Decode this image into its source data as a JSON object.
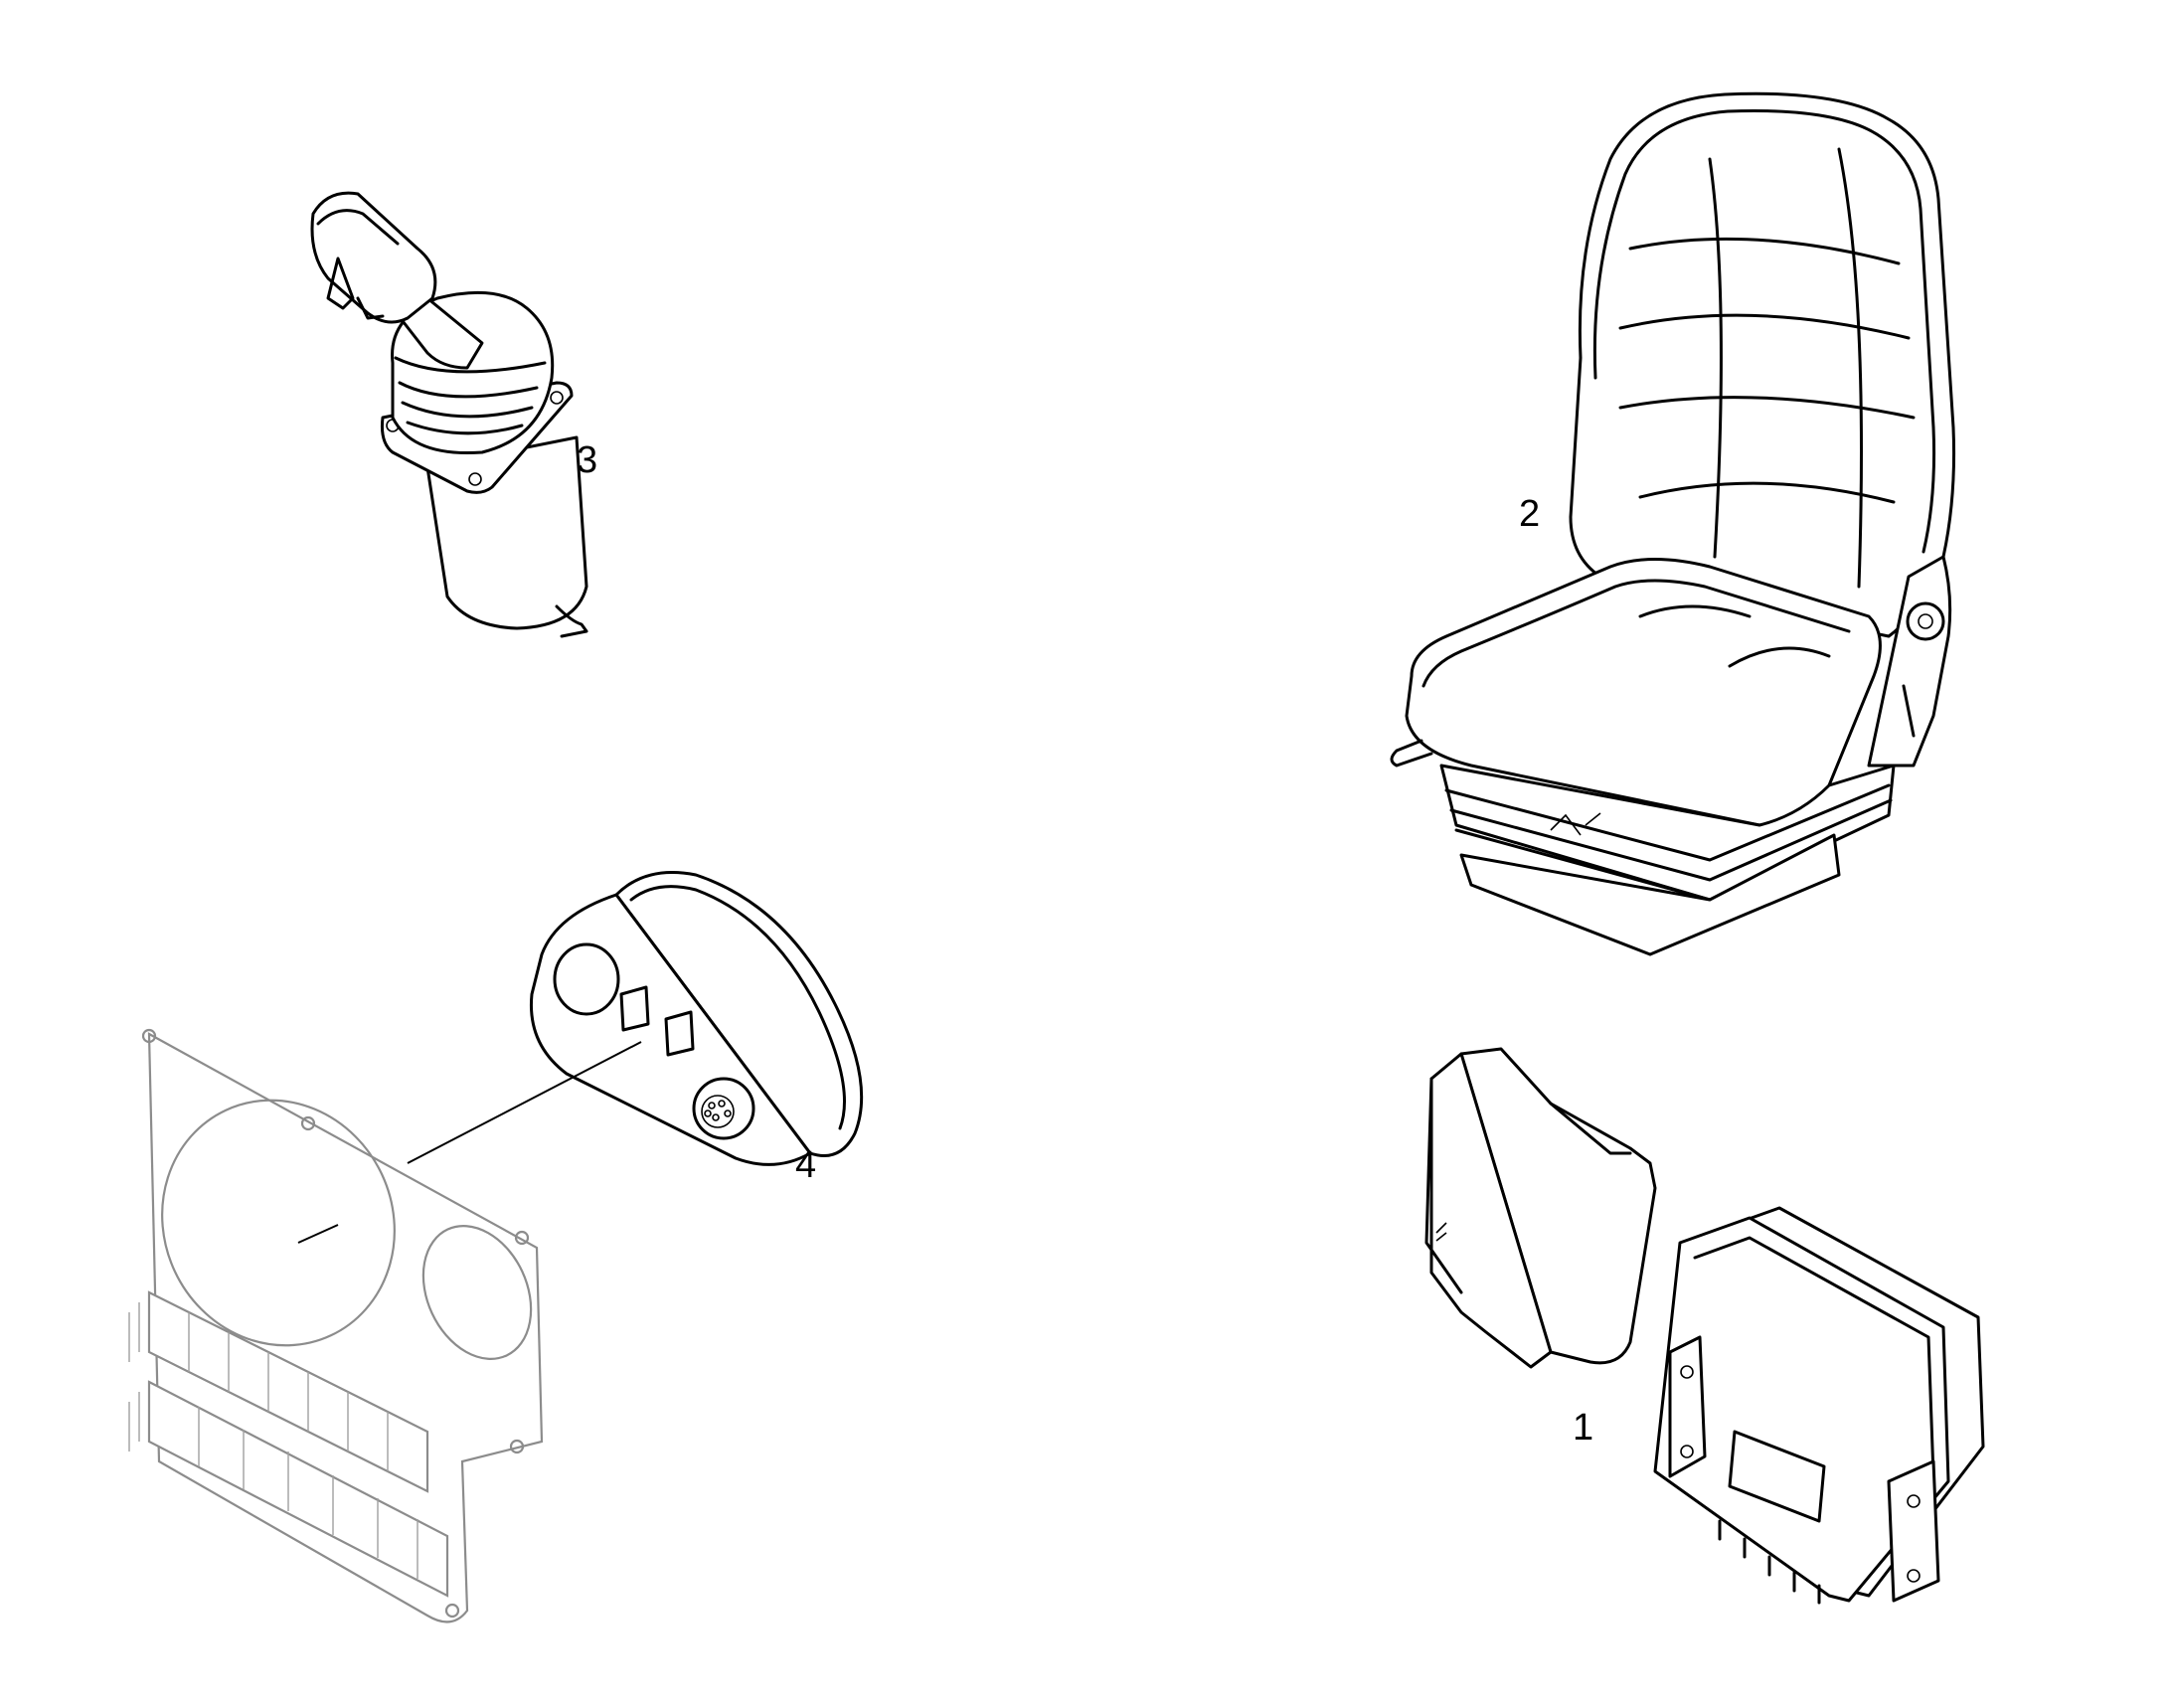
{
  "callouts": {
    "ecu": "1",
    "seat": "2",
    "joystick": "3",
    "instrument": "4"
  },
  "colors": {
    "ink": "#000000",
    "panel_grey": "#8c8c8c",
    "background": "#ffffff"
  }
}
